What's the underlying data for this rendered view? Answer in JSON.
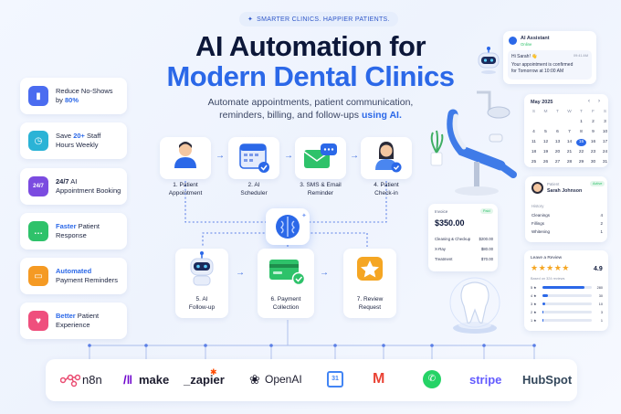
{
  "header": {
    "tagline": "SMARTER CLINICS. HAPPIER PATIENTS.",
    "title_line1": "AI Automation for",
    "title_line2": "Modern Dental Clinics",
    "subtitle_line1": "Automate appointments, patient communication,",
    "subtitle_line2": "reminders, billing, and follow-ups",
    "subtitle_ai": "using AI."
  },
  "benefits": [
    {
      "pre": "Reduce No-Shows",
      "highlight": "80%",
      "line2_prefix": "by ",
      "line2_suffix": "",
      "color": "#4b6cf0"
    },
    {
      "pre": "Save ",
      "highlight": "20+",
      "line1_suffix": " Staff",
      "line2": "Hours Weekly",
      "color": "#2bb3d6"
    },
    {
      "highlight": "24/7",
      "line1_suffix": " AI",
      "line2": "Appointment Booking",
      "color": "#7b4be0"
    },
    {
      "highlight": "Faster",
      "line1_suffix": " Patient",
      "line2": "Response",
      "color": "#2ec26a"
    },
    {
      "highlight": "Automated",
      "line2": "Payment Reminders",
      "color": "#f59a23"
    },
    {
      "highlight": "Better",
      "line1_suffix": " Patient",
      "line2": "Experience",
      "color": "#ef4f7d"
    }
  ],
  "benefit_icons": [
    "chart-up-icon",
    "clock-icon",
    "24-7-icon",
    "chat-icon",
    "wallet-icon",
    "heart-icon"
  ],
  "benefit_icon_glyphs": [
    "▮",
    "◷",
    "24/7",
    "…",
    "▭",
    "♥"
  ],
  "workflow": {
    "step1": {
      "line1": "1. Patient",
      "line2": "Appointment"
    },
    "step2": {
      "line1": "2. AI",
      "line2": "Scheduler"
    },
    "step3": {
      "line1": "3. SMS & Email",
      "line2": "Reminder"
    },
    "step4": {
      "line1": "4. Patient",
      "line2": "Check-in"
    },
    "step5": {
      "line1": "5. AI",
      "line2": "Follow-up"
    },
    "step6": {
      "line1": "6. Payment",
      "line2": "Collection"
    },
    "step7": {
      "line1": "7. Review",
      "line2": "Request"
    }
  },
  "assistant": {
    "name": "AI Assistant",
    "status": "Online",
    "greeting": "Hi Sarah! 👋",
    "time": "09:41 AM",
    "msg_line1": "Your appointment is confirmed",
    "msg_line2": "for Tomorrow at 10:00 AM"
  },
  "calendar": {
    "month": "May 2025",
    "weekdays": [
      "S",
      "M",
      "T",
      "W",
      "T",
      "F",
      "S"
    ],
    "rows": [
      [
        "",
        "",
        "",
        "",
        "1",
        "2",
        "3"
      ],
      [
        "4",
        "5",
        "6",
        "7",
        "8",
        "9",
        "10"
      ],
      [
        "11",
        "12",
        "13",
        "14",
        "15",
        "16",
        "17"
      ],
      [
        "18",
        "19",
        "20",
        "21",
        "22",
        "23",
        "24"
      ],
      [
        "25",
        "26",
        "27",
        "28",
        "29",
        "30",
        "31"
      ]
    ],
    "selected": "15"
  },
  "patient": {
    "label": "Patient",
    "name": "Sarah Johnson",
    "badge": "Active",
    "history_label": "History",
    "items": [
      {
        "name": "Cleanings",
        "count": "4"
      },
      {
        "name": "Fillings",
        "count": "2"
      },
      {
        "name": "Whitening",
        "count": "1"
      }
    ]
  },
  "invoice": {
    "label": "Invoice",
    "badge": "Paid",
    "total": "$350.00",
    "items": [
      {
        "name": "Cleaning & Checkup",
        "amount": "$200.00"
      },
      {
        "name": "X-Ray",
        "amount": "$80.00"
      },
      {
        "name": "Treatment",
        "amount": "$70.00"
      }
    ]
  },
  "review": {
    "title": "Leave a Review",
    "stars": "★★★★★",
    "rating": "4.9",
    "based_on": "Based on 324 reviews",
    "rows": [
      {
        "label": "5 ★",
        "count": "280",
        "fraction": 0.86
      },
      {
        "label": "4 ★",
        "count": "30",
        "fraction": 0.12
      },
      {
        "label": "3 ★",
        "count": "10",
        "fraction": 0.05
      },
      {
        "label": "2 ★",
        "count": "3",
        "fraction": 0.02
      },
      {
        "label": "1 ★",
        "count": "1",
        "fraction": 0.01
      }
    ]
  },
  "logos": {
    "n8n": "n8n",
    "make": "make",
    "zapier": "_zapier",
    "openai": "OpenAI",
    "gcal": "31",
    "gmail": "M",
    "stripe": "stripe",
    "hubspot": "HubSpot"
  },
  "colors": {
    "accent": "#2b68e8",
    "navy": "#0c1739"
  }
}
